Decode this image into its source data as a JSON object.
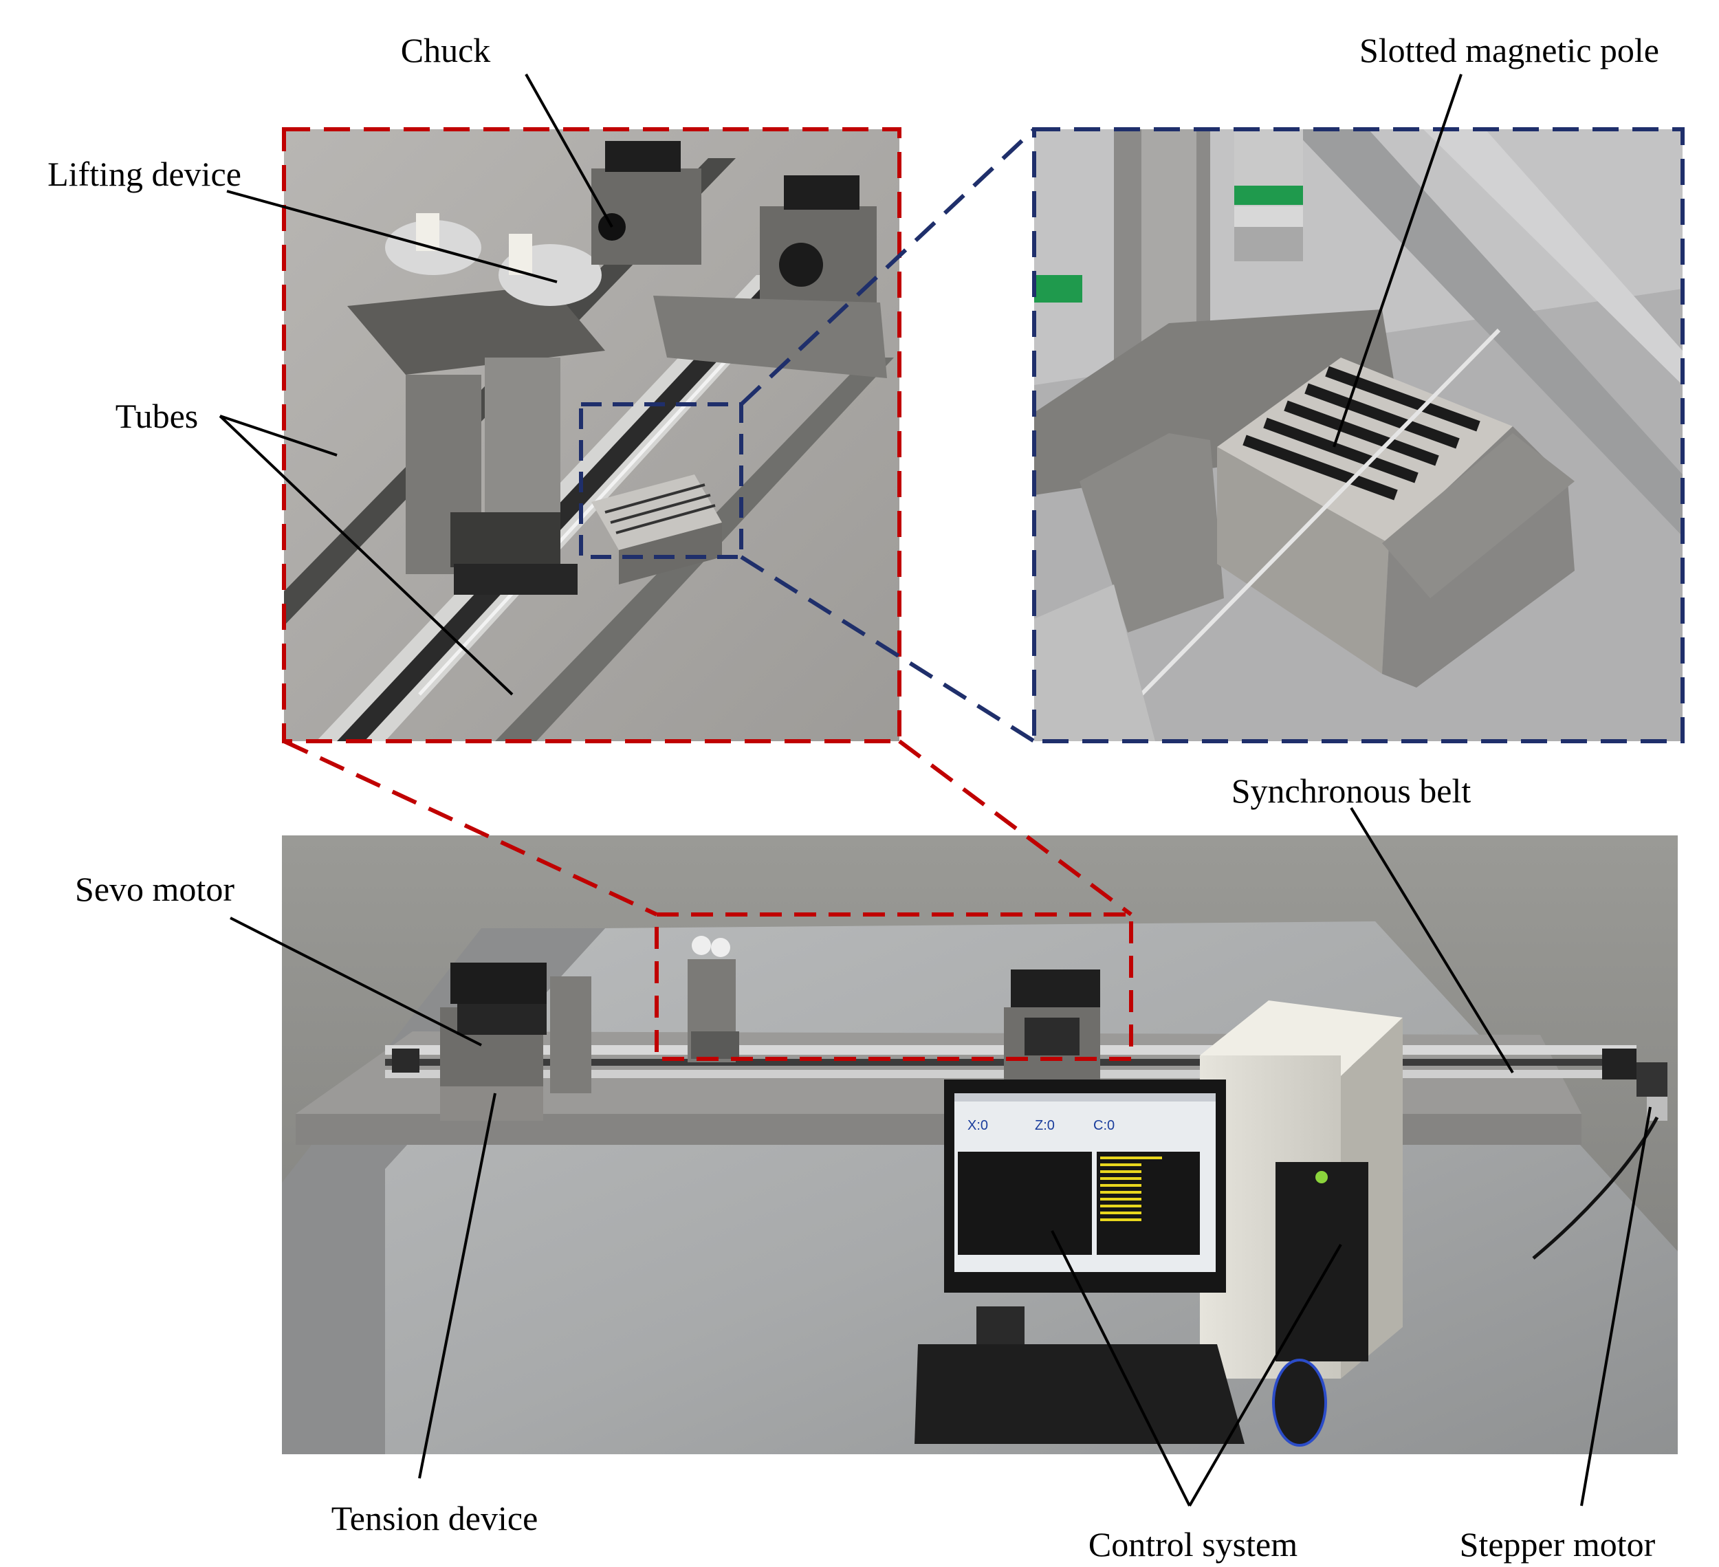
{
  "labels": {
    "chuck": "Chuck",
    "slotted_pole": "Slotted magnetic pole",
    "lifting_device": "Lifting device",
    "tubes": "Tubes",
    "synchronous_belt": "Synchronous belt",
    "servo_motor": "Sevo motor",
    "tension_device": "Tension device",
    "control_system": "Control system",
    "stepper_motor": "Stepper motor"
  },
  "screen": {
    "x": "X:0",
    "z": "Z:0",
    "c": "C:0"
  },
  "colors": {
    "red_frame": "#c00000",
    "blue_frame": "#1f2f6b"
  }
}
